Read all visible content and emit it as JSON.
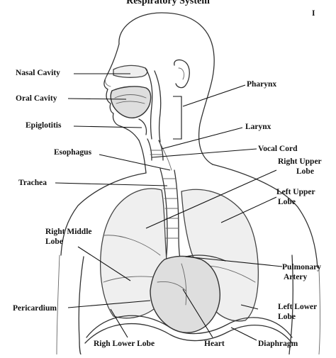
{
  "title": "Respiratory System",
  "page_mark": "I",
  "labels": {
    "nasal_cavity": "Nasal Cavity",
    "oral_cavity": "Oral Cavity",
    "epiglottis": "Epiglotitis",
    "esophagus": "Esophagus",
    "trachea": "Trachea",
    "right_middle_lobe_1": "Right Middle",
    "right_middle_lobe_2": "Lobe",
    "pericardium": "Pericardium",
    "right_lower_lobe": "Righ Lower Lobe",
    "heart": "Heart",
    "diaphragm": "Diaphragm",
    "left_lower_lobe_1": "Left Lower",
    "left_lower_lobe_2": "Lobe",
    "pulmonary_artery_1": "Pulmonary",
    "pulmonary_artery_2": "Artery",
    "left_upper_lobe_1": "Left Upper",
    "left_upper_lobe_2": "Lobe",
    "right_upper_lobe_1": "Right Upper",
    "right_upper_lobe_2": "Lobe",
    "vocal_cord": "Vocal Cord",
    "larynx": "Larynx",
    "pharynx": "Pharynx"
  }
}
